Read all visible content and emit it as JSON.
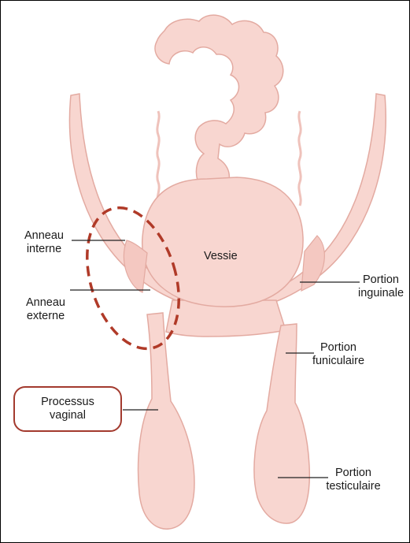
{
  "labels": {
    "anneau_interne": [
      "Anneau",
      "interne"
    ],
    "anneau_externe": [
      "Anneau",
      "externe"
    ],
    "vessie": "Vessie",
    "portion_inguinale": [
      "Portion",
      "inguinale"
    ],
    "portion_funiculaire": [
      "Portion",
      "funiculaire"
    ],
    "processus_vaginal": [
      "Processus",
      "vaginal"
    ],
    "portion_testiculaire": [
      "Portion",
      "testiculaire"
    ]
  },
  "colors": {
    "tissue_fill": "#f8d6d0",
    "tissue_stroke": "#e3aaa1",
    "highlight_ring": "#b03a28",
    "leader_line": "#222222"
  }
}
